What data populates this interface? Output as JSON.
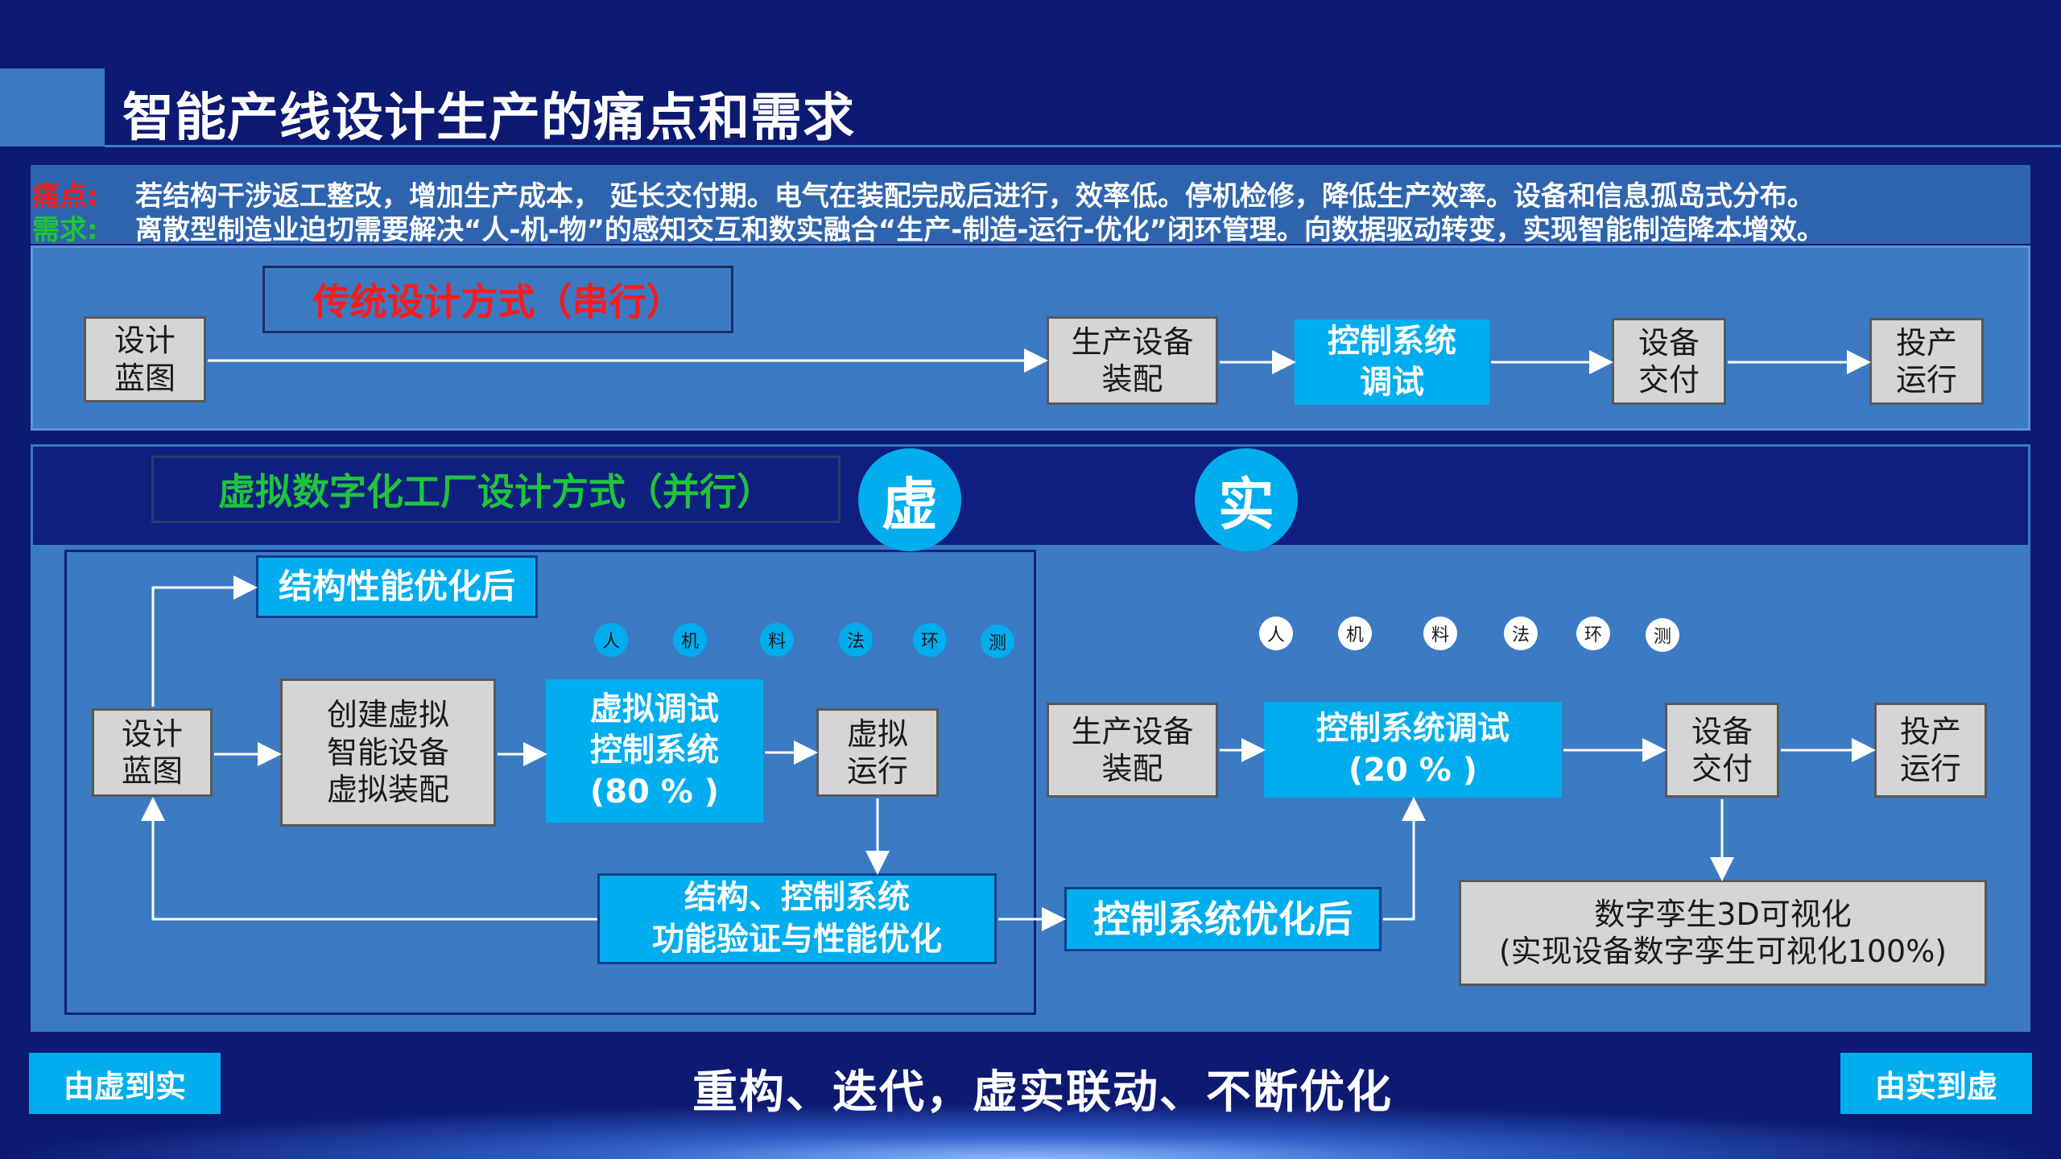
{
  "title": "智能产线设计生产的痛点和需求",
  "info": {
    "pain_label": "痛点:",
    "pain_text": "若结构干涉返工整改，增加生产成本， 延长交付期。电气在装配完成后进行，效率低。停机检修，降低生产效率。设备和信息孤岛式分布。",
    "need_label": "需求:",
    "need_text": "离散型制造业迫切需要解决“人-机-物”的感知交互和数实融合“生产-制造-运行-优化”闭环管理。向数据驱动转变，实现智能制造降本增效。"
  },
  "traditional": {
    "heading": "传统设计方式（串行）",
    "steps": [
      "设计\n蓝图",
      "生产设备\n装配",
      "控制系统\n调试",
      "设备\n交付",
      "投产\n运行"
    ]
  },
  "virtual": {
    "heading": "虚拟数字化工厂设计方式（并行）",
    "circle_virtual": "虚",
    "circle_real": "实",
    "factors": [
      "人",
      "机",
      "料",
      "法",
      "环",
      "测"
    ],
    "left": {
      "blueprint": "设计\n蓝图",
      "optimized_structure": "结构性能优化后",
      "create_virtual": "创建虚拟\n智能设备\n虚拟装配",
      "virtual_debug": "虚拟调试\n控制系统\n(80 % )",
      "virtual_run": "虚拟\n运行",
      "verify": "结构、控制系统\n功能验证与性能优化"
    },
    "right": {
      "assembly": "生产设备\n装配",
      "control_debug": "控制系统调试\n(20 % )",
      "delivery": "设备\n交付",
      "operation": "投产\n运行",
      "control_optimized": "控制系统优化后",
      "digital_twin": "数字孪生3D可视化\n(实现设备数字孪生可视化100%)"
    }
  },
  "bottom": {
    "left_button": "由虚到实",
    "slogan": "重构、迭代，虚实联动、不断优化",
    "right_button": "由实到虚"
  },
  "colors": {
    "background": "#0d1a72",
    "panel": "#3c7ac4",
    "accent_cyan": "#00aeef",
    "pain_red": "#ff1a1a",
    "need_green": "#1fc43c"
  }
}
